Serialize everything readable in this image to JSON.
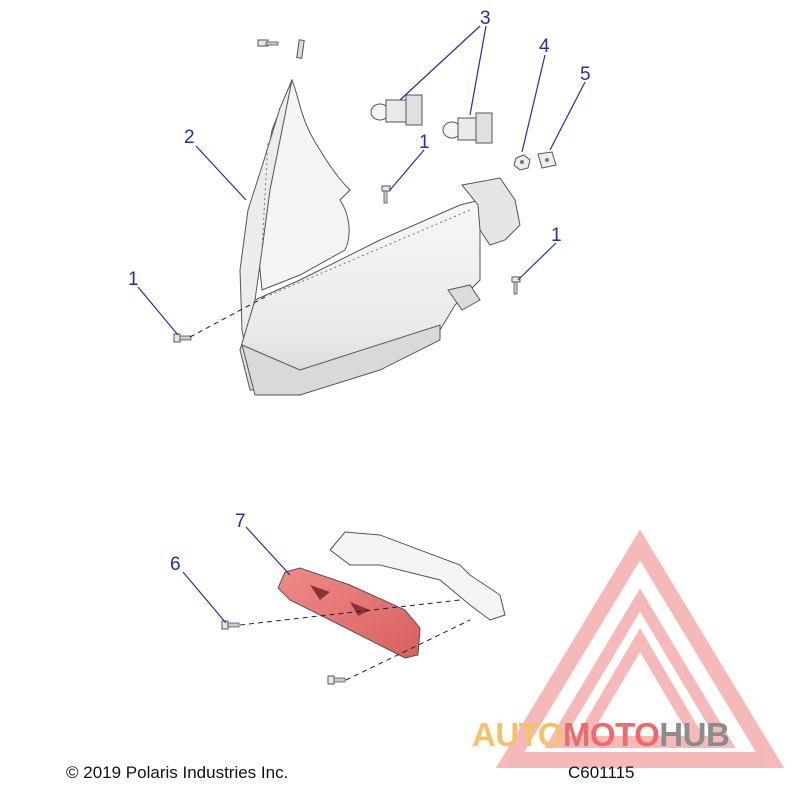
{
  "callouts": {
    "c1a": "1",
    "c1b": "1",
    "c1c": "1",
    "c2": "2",
    "c3": "3",
    "c4": "4",
    "c5": "5",
    "c6": "6",
    "c7": "7"
  },
  "footer": {
    "copyright": "© 2019 Polaris Industries Inc.",
    "code": "C601115"
  },
  "logo": {
    "part1": "AUTO",
    "part2": "MOTO",
    "part3": "HUB",
    "colors": {
      "auto": "#f5c26a",
      "moto": "#ef6b6b",
      "hub": "#8c8c8c",
      "triangle": "#f08080"
    }
  }
}
